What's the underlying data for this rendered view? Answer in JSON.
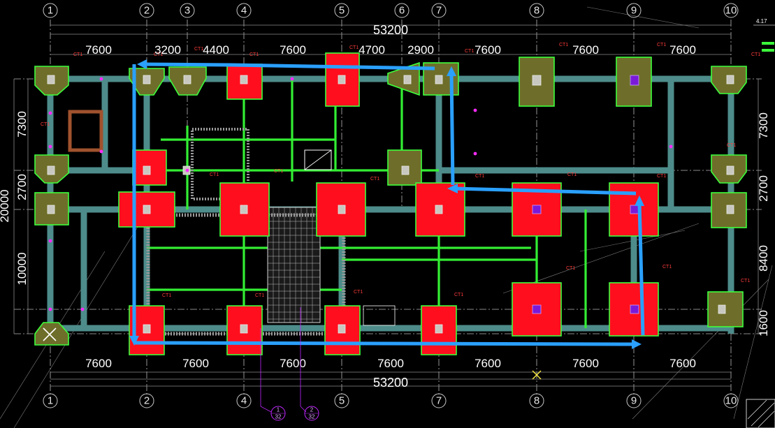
{
  "axes_top": [
    "1",
    "2",
    "3",
    "4",
    "5",
    "6",
    "7",
    "8",
    "9",
    "10"
  ],
  "axes_bottom": [
    "1",
    "2",
    "4",
    "5",
    "7",
    "8",
    "9",
    "10"
  ],
  "top_spans": [
    "7600",
    "3200",
    "4400",
    "7600",
    "4700",
    "2900",
    "7600",
    "7600",
    "7600"
  ],
  "bottom_spans": [
    "7600",
    "7600",
    "7600",
    "7600",
    "7600",
    "7600",
    "7600"
  ],
  "total_top": "53200",
  "total_bottom": "53200",
  "left_spans": [
    "7300",
    "2700",
    "10000"
  ],
  "left_total": "20000",
  "right_spans": [
    "7300",
    "2700",
    "8400",
    "1600"
  ],
  "corner_mark": "4.17",
  "ref_bubbles": [
    {
      "top": "1",
      "bottom": "32"
    },
    {
      "top": "2",
      "bottom": "32"
    }
  ],
  "colors": {
    "background": "#000000",
    "pile_cap_red": "#ff0f1e",
    "pile_cap_olive": "#6e6e2a",
    "outline_green": "#3cff3c",
    "tie_beam": "#4d8c8a",
    "flow_arrow": "#2aa0ff",
    "purple_column": "#7a1ad8"
  },
  "icons": {
    "origin_marker": "x-cross-icon",
    "flow_arrows": "arrow-icon"
  }
}
